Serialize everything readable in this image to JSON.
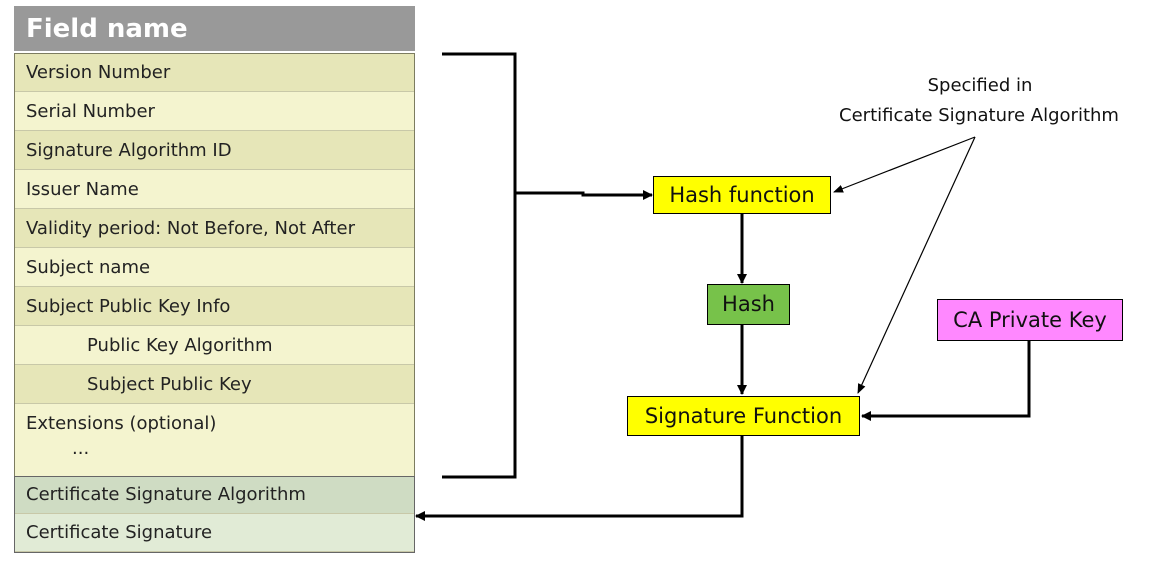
{
  "table": {
    "header": "Field name",
    "tbs_rows": [
      "Version Number",
      "Serial Number",
      "Signature Algorithm ID",
      "Issuer Name",
      "Validity period: Not Before, Not After",
      "Subject name",
      "Subject Public Key Info",
      "Public Key Algorithm",
      "Subject Public Key",
      "Extensions (optional)",
      "..."
    ],
    "signature_rows": [
      "Certificate Signature Algorithm",
      "Certificate Signature"
    ]
  },
  "diagram": {
    "hash_function": "Hash function",
    "hash": "Hash",
    "signature_function": "Signature Function",
    "ca_private_key": "CA Private Key",
    "note_line1": "Specified in",
    "note_line2": "Certificate Signature Algorithm"
  },
  "colors": {
    "yellow_box": "#ffff00",
    "green_box": "#77c24a",
    "pink_box": "#ff88ff",
    "header_gray": "#999999"
  }
}
